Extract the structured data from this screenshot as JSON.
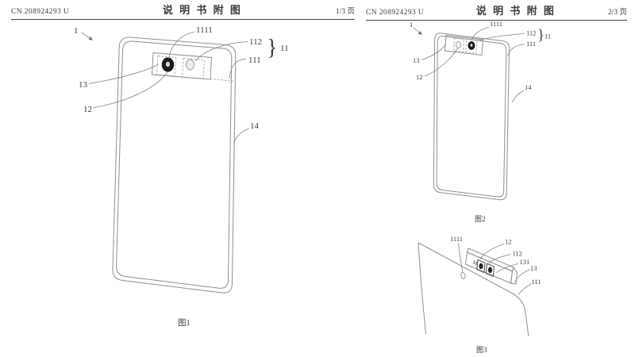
{
  "header": {
    "patent_number": "CN 208924293 U",
    "title": "说 明 书 附 图",
    "left_page": "1/3 页",
    "right_page": "2/3 页"
  },
  "figures": {
    "fig1": {
      "caption": "图1",
      "labels": {
        "n1": "1",
        "n1111": "1111",
        "n112": "112",
        "brace": "}",
        "n11": "11",
        "n111": "111",
        "n13": "13",
        "n12": "12",
        "n14": "14"
      }
    },
    "fig2": {
      "caption": "图2",
      "labels": {
        "n1": "1",
        "n1111": "1111",
        "n112": "112",
        "brace": "}",
        "n11": "11",
        "n111": "111",
        "n13": "13",
        "n12": "12",
        "n14": "14"
      }
    },
    "fig3": {
      "caption": "图3",
      "labels": {
        "n1111": "1111",
        "n12": "12",
        "n112": "112",
        "n131": "131",
        "n13": "13",
        "n111": "111"
      }
    }
  }
}
